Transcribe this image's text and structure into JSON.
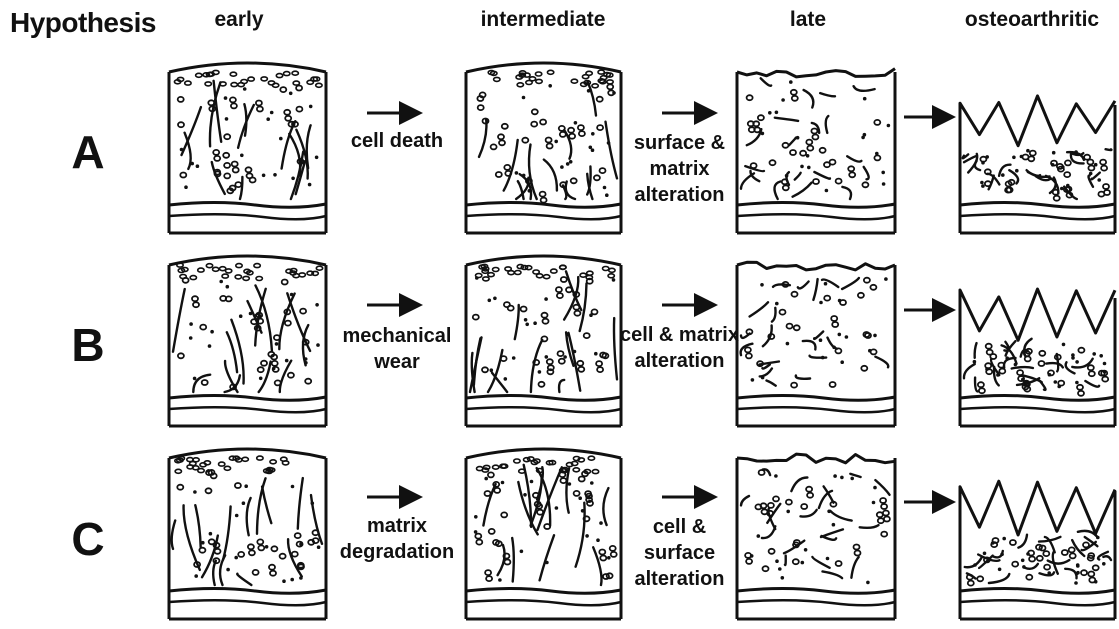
{
  "title": "Hypothesis",
  "stages": [
    "early",
    "intermediate",
    "late",
    "osteoarthritic"
  ],
  "rows": [
    {
      "label": "A",
      "transitions": [
        "cell death",
        "surface & matrix alteration"
      ]
    },
    {
      "label": "B",
      "transitions": [
        "mechanical wear",
        "cell & matrix alteration"
      ]
    },
    {
      "label": "C",
      "transitions": [
        "matrix degradation",
        "cell & surface alteration"
      ]
    }
  ],
  "colors": {
    "ink": "#111111",
    "background": "#ffffff"
  }
}
